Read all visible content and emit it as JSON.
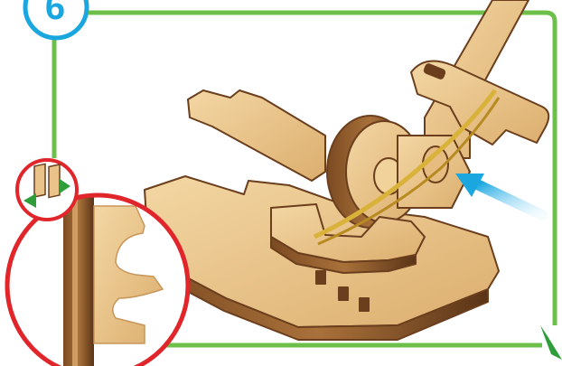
{
  "step": {
    "number": "6"
  },
  "colors": {
    "frame_green": "#6cc04a",
    "step_blue": "#1aa7e0",
    "zoom_red": "#e0262b",
    "wood_light": "#ecc98f",
    "wood_mid": "#d9a865",
    "wood_edge": "#6b3f1d",
    "rubber_band": "#d9b23a",
    "hint_arrow_blue": "#3ab3ee",
    "hint_arrow_green": "#2f9e3a"
  },
  "icons": [
    "step-number-badge",
    "zoom-callout-circle",
    "pointer-arrow",
    "insert-direction-arrows"
  ]
}
